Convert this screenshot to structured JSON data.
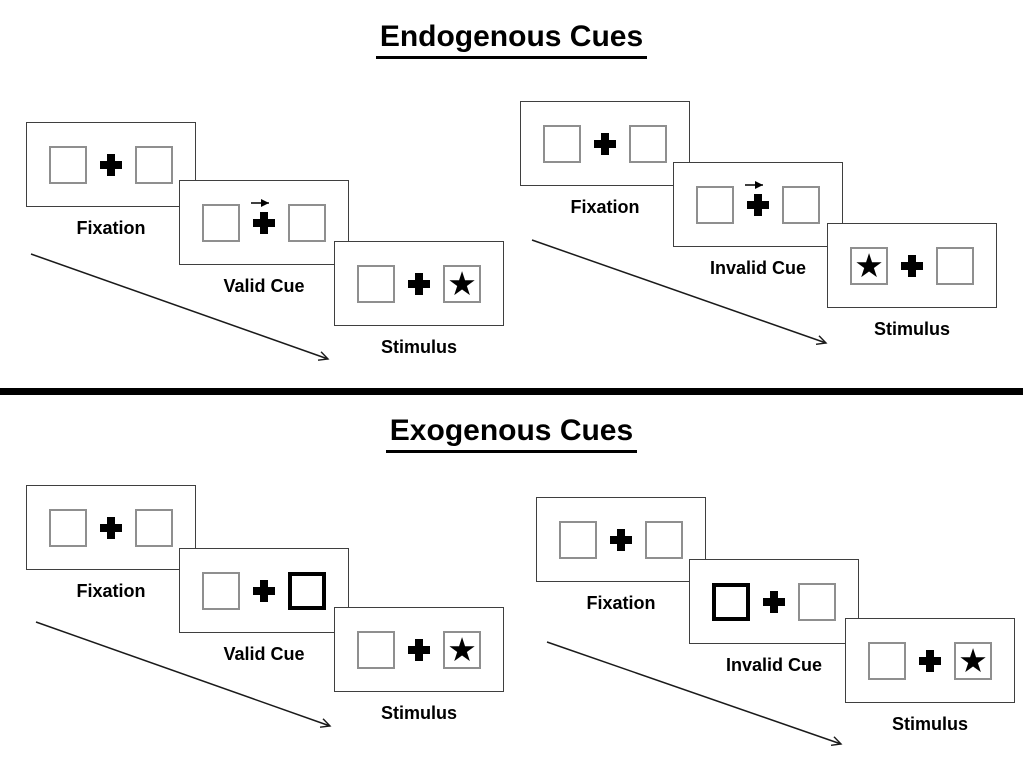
{
  "colors": {
    "background": "#ffffff",
    "ink": "#000000",
    "panel_border": "#3f3f3f",
    "box_border": "#8f8f8f"
  },
  "icons": {
    "star_glyph": "★",
    "fixation_cross": "plus-cross",
    "cue_arrow": "right-arrow",
    "timeline_arrow": "diagonal-right-arrow"
  },
  "sections": [
    {
      "title": "Endogenous Cues",
      "groups": [
        {
          "name": "valid-trial",
          "panels": [
            {
              "label": "Fixation",
              "left_content": "",
              "right_content": "",
              "cue": "none"
            },
            {
              "label": "Valid Cue",
              "left_content": "",
              "right_content": "",
              "cue": "arrow-right-above-fixation"
            },
            {
              "label": "Stimulus",
              "left_content": "",
              "right_content": "★",
              "cue": "none"
            }
          ]
        },
        {
          "name": "invalid-trial",
          "panels": [
            {
              "label": "Fixation",
              "left_content": "",
              "right_content": "",
              "cue": "none"
            },
            {
              "label": "Invalid Cue",
              "left_content": "",
              "right_content": "",
              "cue": "arrow-right-above-fixation"
            },
            {
              "label": "Stimulus",
              "left_content": "★",
              "right_content": "",
              "cue": "none"
            }
          ]
        }
      ]
    },
    {
      "title": "Exogenous Cues",
      "groups": [
        {
          "name": "valid-trial",
          "panels": [
            {
              "label": "Fixation",
              "left_content": "",
              "right_content": "",
              "cue": "none"
            },
            {
              "label": "Valid Cue",
              "left_content": "",
              "right_content": "",
              "cue": "right-box-bold"
            },
            {
              "label": "Stimulus",
              "left_content": "",
              "right_content": "★",
              "cue": "none"
            }
          ]
        },
        {
          "name": "invalid-trial",
          "panels": [
            {
              "label": "Fixation",
              "left_content": "",
              "right_content": "",
              "cue": "none"
            },
            {
              "label": "Invalid Cue",
              "left_content": "",
              "right_content": "",
              "cue": "left-box-bold"
            },
            {
              "label": "Stimulus",
              "left_content": "",
              "right_content": "★",
              "cue": "none"
            }
          ]
        }
      ]
    }
  ]
}
